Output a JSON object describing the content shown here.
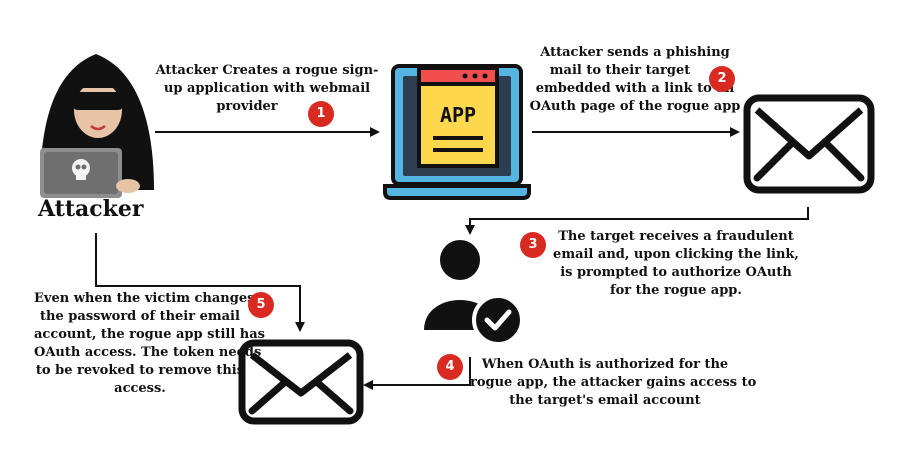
{
  "attacker": {
    "label": "Attacker"
  },
  "app": {
    "label": "APP"
  },
  "steps": [
    {
      "number": "1",
      "lines": [
        "Attacker Creates a rogue sign-",
        "up application with webmail",
        "provider"
      ]
    },
    {
      "number": "2",
      "lines": [
        "Attacker sends a phishing",
        "mail to their target",
        "embedded with a link to an",
        "OAuth page of the rogue app"
      ]
    },
    {
      "number": "3",
      "lines": [
        "The target receives a fraudulent",
        "email and, upon clicking the link,",
        "is prompted to authorize OAuth",
        "for the rogue app."
      ]
    },
    {
      "number": "4",
      "lines": [
        "When OAuth is authorized for the",
        "rogue app, the attacker gains access to",
        "the target's email account"
      ]
    },
    {
      "number": "5",
      "lines": [
        "Even when the victim changes",
        "the password of their email",
        "account, the rogue app still has",
        "OAuth access. The token needs",
        "to be revoked to remove this",
        "access."
      ]
    }
  ],
  "colors": {
    "badge": "#d82a20",
    "laptop_blue": "#54b4e2",
    "app_yellow": "#ffd84d",
    "app_header": "#f24e4e",
    "check_dark": "#111111"
  }
}
